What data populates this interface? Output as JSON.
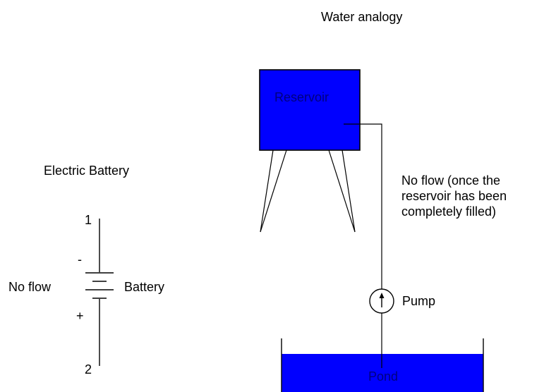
{
  "electric": {
    "title": "Electric Battery",
    "terminal_1": "1",
    "terminal_2": "2",
    "minus": "-",
    "plus": "+",
    "flow_label": "No flow",
    "battery_label": "Battery"
  },
  "water": {
    "title": "Water analogy",
    "reservoir_label": "Reservoir",
    "pond_label": "Pond",
    "pump_label": "Pump",
    "flow_lines": [
      "No flow (once the",
      "reservoir has been",
      "completely filled)"
    ]
  },
  "colors": {
    "water_fill": "#0000ff",
    "water_text": "#00007f",
    "line": "#000000"
  }
}
